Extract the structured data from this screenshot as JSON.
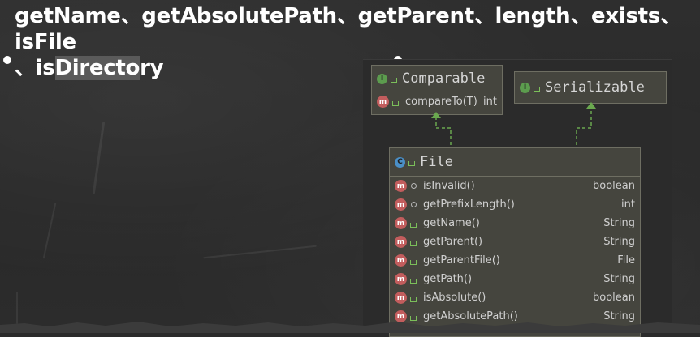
{
  "title": {
    "line1": "getName、getAbsolutePath、getParent、length、exists、isFile",
    "line2_prefix": "、is",
    "line2_highlight": "Directo",
    "line2_suffix": "ry"
  },
  "diagram": {
    "comparable": {
      "name": "Comparable",
      "badge": "I",
      "method": {
        "badge": "m",
        "name": "compareTo(T)",
        "type": "int"
      }
    },
    "serializable": {
      "name": "Serializable",
      "badge": "I"
    },
    "file": {
      "name": "File",
      "badge": "C",
      "methods": [
        {
          "name": "isInvalid()",
          "type": "boolean",
          "access": "package"
        },
        {
          "name": "getPrefixLength()",
          "type": "int",
          "access": "package"
        },
        {
          "name": "getName()",
          "type": "String",
          "access": "public"
        },
        {
          "name": "getParent()",
          "type": "String",
          "access": "public"
        },
        {
          "name": "getParentFile()",
          "type": "File",
          "access": "public"
        },
        {
          "name": "getPath()",
          "type": "String",
          "access": "public"
        },
        {
          "name": "isAbsolute()",
          "type": "boolean",
          "access": "public"
        },
        {
          "name": "getAbsolutePath()",
          "type": "String",
          "access": "public"
        }
      ]
    },
    "colors": {
      "interface_badge": "#5c9c4e",
      "class_badge": "#4a8fc7",
      "method_badge": "#c25d5d",
      "arrow": "#6aa84f"
    }
  }
}
